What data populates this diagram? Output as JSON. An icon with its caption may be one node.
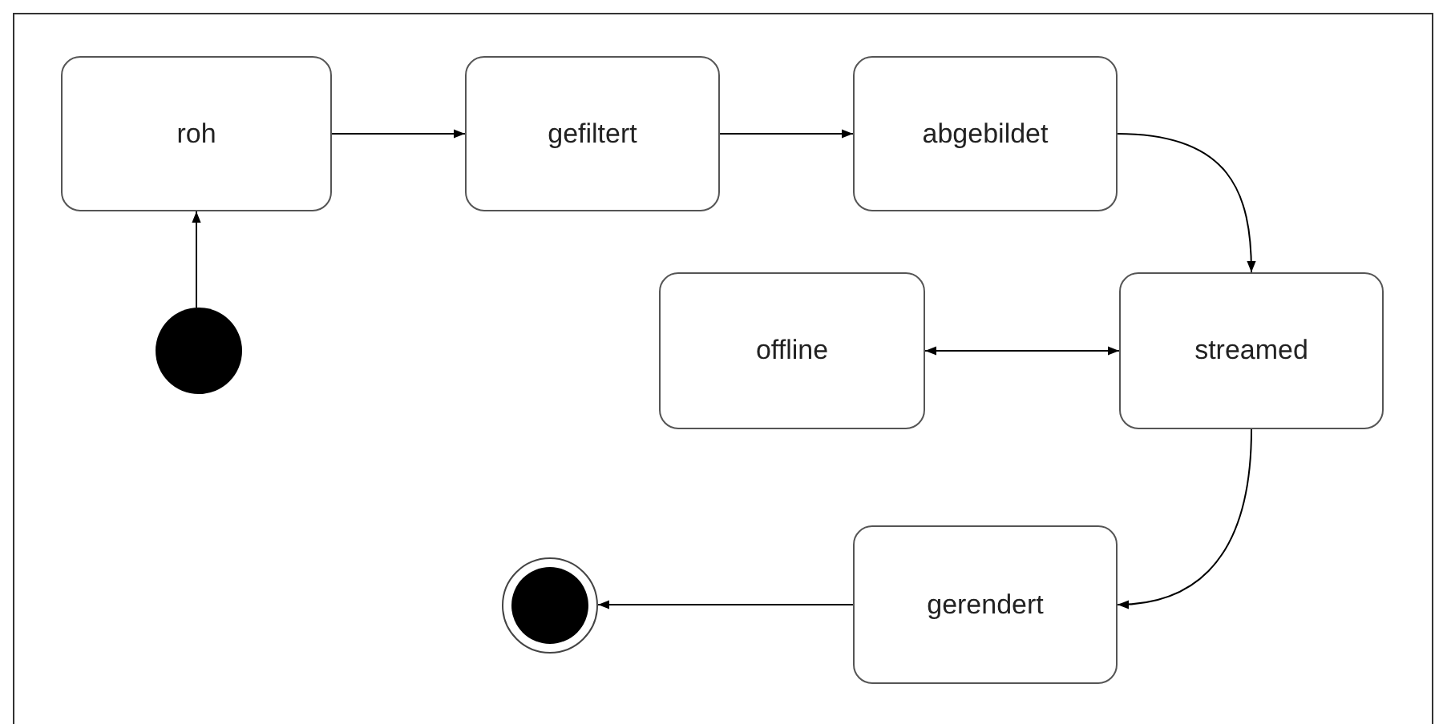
{
  "diagram": {
    "nodes": [
      {
        "text": [
          "roh"
        ]
      },
      {
        "text": [
          "gefiltert"
        ]
      },
      {
        "text": [
          "abgebildet"
        ]
      },
      {
        "text": [],
        "shape": "circle"
      },
      {
        "text": [
          "offline"
        ]
      },
      {
        "text": [
          "streamed"
        ]
      },
      {
        "text": [
          "gerendert"
        ]
      },
      {
        "text": [],
        "shape": "circle"
      }
    ],
    "edges": [
      {
        "from": 3,
        "to": 0,
        "arrow": "to"
      },
      {
        "from": 0,
        "to": 1,
        "arrow": "to"
      },
      {
        "from": 1,
        "to": 2,
        "arrow": "to"
      },
      {
        "from": 2,
        "to": 5,
        "arrow": "to"
      },
      {
        "from": 4,
        "to": 5,
        "arrow": "both"
      },
      {
        "from": 5,
        "to": 6,
        "arrow": "to"
      },
      {
        "from": 6,
        "to": 7,
        "arrow": "to"
      }
    ]
  }
}
